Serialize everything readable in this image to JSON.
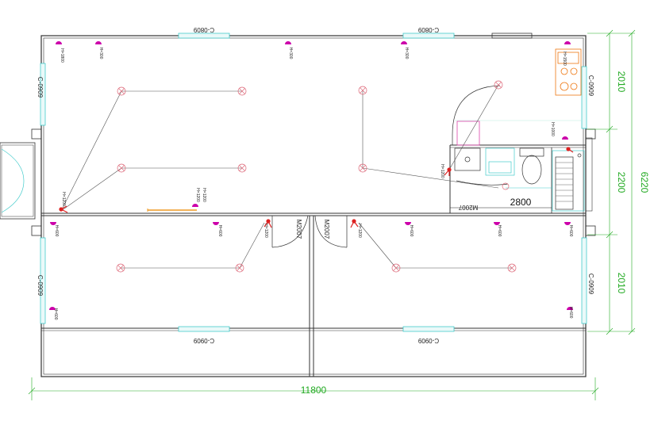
{
  "dimensions": {
    "total_width": "11800",
    "total_depth": "6220",
    "upper_depth": "2010",
    "middle_depth": "2200",
    "lower_depth": "2010",
    "bathroom_width": "2800"
  },
  "windows": {
    "top_left": "C-0809",
    "top_right": "C-0809",
    "left_upper": "C-0909",
    "left_lower": "C-0909",
    "right_upper": "C-0909",
    "right_lower": "C-0909",
    "bottom_left": "C-0909",
    "bottom_right": "C-0909"
  },
  "doors": {
    "bath": "M2007",
    "left_room": "M2007",
    "right_room": "M2007"
  },
  "socket_labels": {
    "top_1": "H=1800",
    "top_2": "H=300",
    "top_3": "H=300",
    "top_4": "H=300",
    "kitchen_top": "H=1500",
    "kitchen_mid": "H=1000",
    "mid_left_a": "H=1200",
    "mid_left_b": "H=1200",
    "mid_left_c": "H=1200",
    "bath_switch": "H=1200",
    "bl_top": "H=600",
    "bl_mid": "H=600",
    "bl_switch": "H=1200",
    "bl_bottom": "H=600",
    "br_switch": "H=1200",
    "br_a": "H=600",
    "br_b": "H=600",
    "br_right": "H=600",
    "br_bottom": "H=600"
  },
  "colors": {
    "wall": "#333333",
    "dimension": "#22aa22",
    "socket": "#cc00aa",
    "switch": "#dd2222",
    "fixture": "#44cccc",
    "kitchen": "#ee7711",
    "wire": "#555555"
  }
}
